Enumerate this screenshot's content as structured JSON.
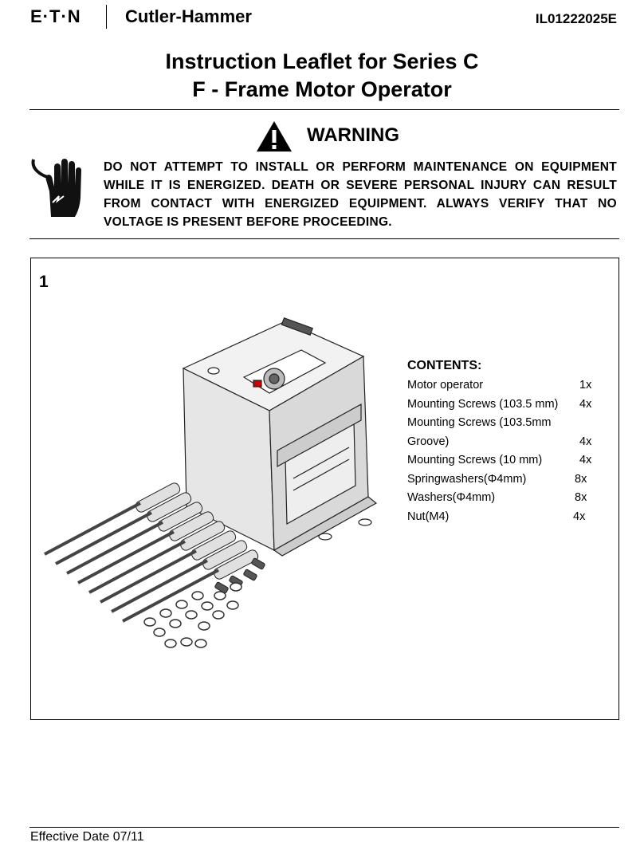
{
  "header": {
    "logo_eaton": "E·T·N",
    "logo_brand": "Cutler-Hammer",
    "doc_id": "IL01222025E"
  },
  "title": {
    "line1": "Instruction Leaflet for Series C",
    "line2": "F - Frame Motor Operator"
  },
  "warning": {
    "heading": "WARNING",
    "text": "DO NOT ATTEMPT TO INSTALL OR PERFORM MAINTENANCE ON EQUIPMENT WHILE IT IS ENERGIZED. DEATH OR SEVERE PERSONAL INJURY CAN RESULT FROM CONTACT WITH ENERGIZED EQUIPMENT. ALWAYS VERIFY THAT NO VOLTAGE IS PRESENT BEFORE PROCEEDING."
  },
  "step": {
    "number": "1",
    "contents_heading": "CONTENTS:",
    "items": [
      {
        "label": "Motor operator",
        "qty": "1x"
      },
      {
        "label": "Mounting Screws (103.5 mm)",
        "qty": "4x"
      },
      {
        "label": "Mounting Screws (103.5mm",
        "qty": ""
      },
      {
        "label": "Groove)",
        "qty": "4x"
      },
      {
        "label": "Mounting Screws (10 mm)",
        "qty": "4x"
      },
      {
        "label": "Springwashers(Φ4mm)",
        "qty": "8x"
      },
      {
        "label": "Washers(Φ4mm)",
        "qty": "8x"
      },
      {
        "label": "Nut(M4)",
        "qty": "4x"
      }
    ]
  },
  "footer": {
    "effective_date": "Effective Date 07/11"
  }
}
